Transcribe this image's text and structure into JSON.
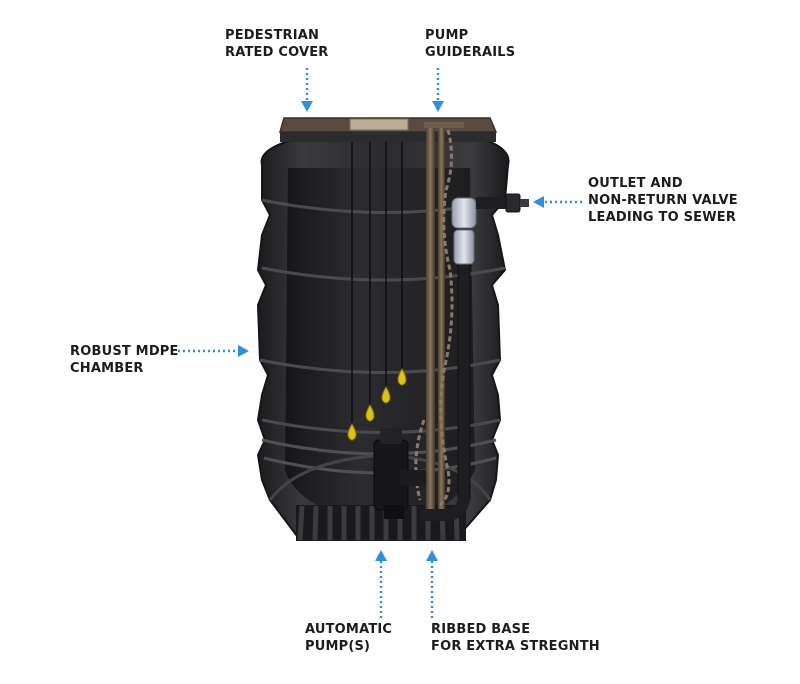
{
  "labels": {
    "pedestrian_cover": [
      "PEDESTRIAN",
      "RATED COVER"
    ],
    "pump_guiderails": [
      "PUMP",
      "GUIDERAILS"
    ],
    "outlet_valve": [
      "OUTLET AND",
      "NON-RETURN VALVE",
      "LEADING TO SEWER"
    ],
    "chamber": [
      "ROBUST MDPE",
      "CHAMBER"
    ],
    "automatic_pump": [
      "AUTOMATIC",
      "PUMP(S)"
    ],
    "ribbed_base": [
      "RIBBED BASE",
      "FOR EXTRA STREGNTH"
    ]
  },
  "colors": {
    "arrow": "#2f8fd8",
    "chamber": "#2a2a2c",
    "float_switch": "#d9c21a",
    "rail": "#6b5a46"
  }
}
